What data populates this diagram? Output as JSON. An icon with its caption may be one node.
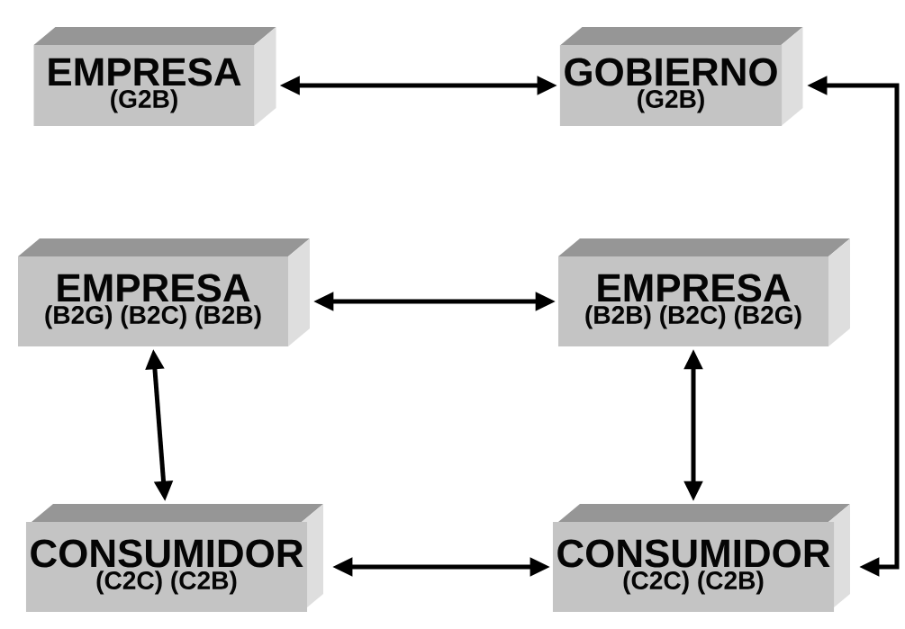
{
  "diagram": {
    "nodes": [
      {
        "text": [
          "EMPRESA",
          "(G2B)"
        ]
      },
      {
        "text": [
          "GOBIERNO",
          "(G2B)"
        ]
      },
      {
        "text": [
          "EMPRESA",
          "(B2G) (B2C) (B2B)"
        ]
      },
      {
        "text": [
          "EMPRESA",
          "(B2B) (B2C) (B2G)"
        ]
      },
      {
        "text": [
          "CONSUMIDOR",
          "(C2C) (C2B)"
        ]
      },
      {
        "text": [
          "CONSUMIDOR",
          "(C2C) (C2B)"
        ]
      }
    ],
    "edges": [
      {
        "from": 0,
        "to": 1,
        "arrow": "both"
      },
      {
        "from": 2,
        "to": 3,
        "arrow": "both"
      },
      {
        "from": 2,
        "to": 4,
        "arrow": "both"
      },
      {
        "from": 3,
        "to": 5,
        "arrow": "both"
      },
      {
        "from": 4,
        "to": 5,
        "arrow": "both"
      },
      {
        "from": 1,
        "to": 5,
        "arrow": "both"
      }
    ]
  }
}
